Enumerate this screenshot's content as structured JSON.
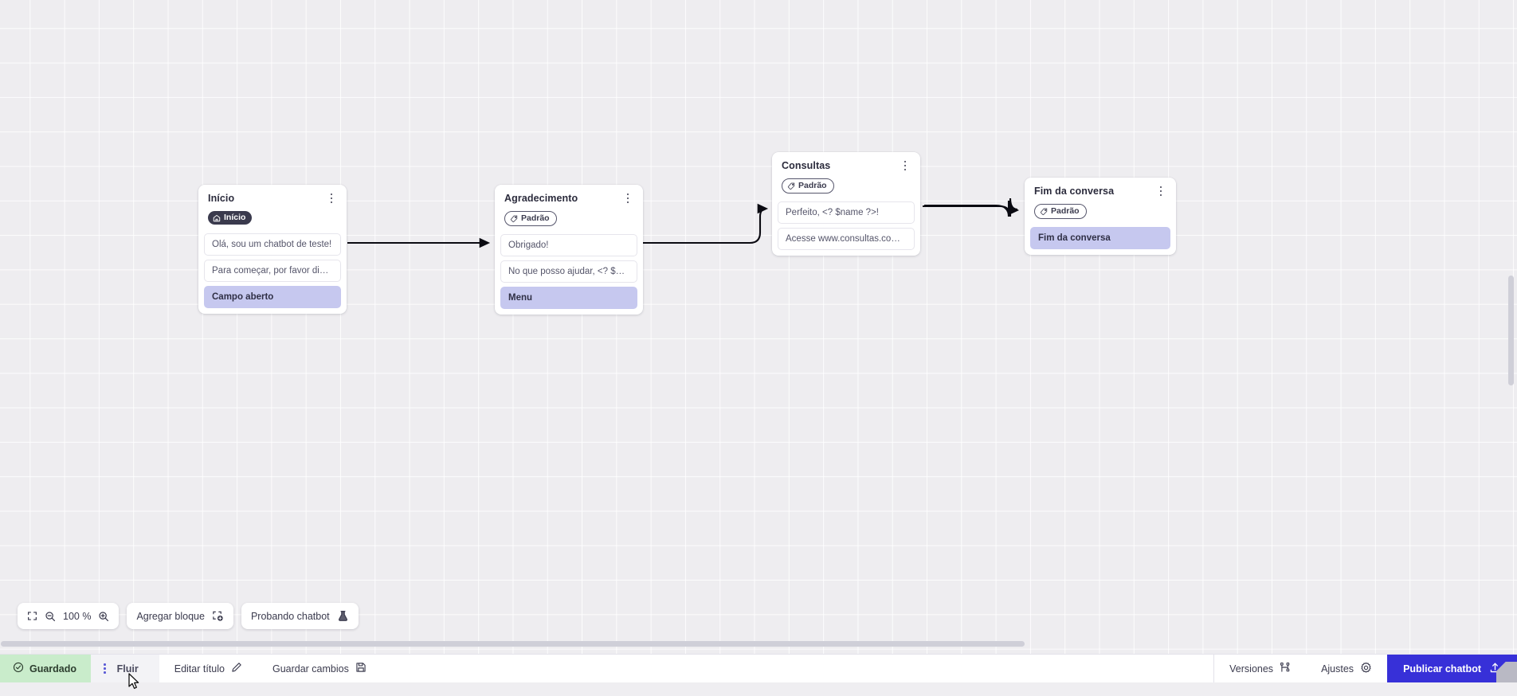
{
  "canvas": {
    "zoom_label": "100 %",
    "fit_icon": "fit-screen-icon",
    "zoom_out_icon": "zoom-out-icon",
    "zoom_in_icon": "zoom-in-icon",
    "add_block_label": "Agregar bloque",
    "add_block_icon": "add-block-icon",
    "test_chatbot_label": "Probando chatbot",
    "test_chatbot_icon": "flask-icon"
  },
  "nodes": [
    {
      "id": "inicio",
      "title": "Início",
      "badge": {
        "label": "Início",
        "type": "start",
        "icon": "home-icon"
      },
      "messages": [
        {
          "text": "Olá, sou um chatbot de teste!",
          "highlight": false
        },
        {
          "text": "Para começar, por favor digite o ...",
          "highlight": false
        },
        {
          "text": "Campo aberto",
          "highlight": true
        }
      ]
    },
    {
      "id": "agradecimento",
      "title": "Agradecimento",
      "badge": {
        "label": "Padrão",
        "type": "default",
        "icon": "tag-icon"
      },
      "messages": [
        {
          "text": "Obrigado!",
          "highlight": false
        },
        {
          "text": "No que posso ajudar, <? $name ...",
          "highlight": false
        },
        {
          "text": "Menu",
          "highlight": true
        }
      ]
    },
    {
      "id": "consultas",
      "title": "Consultas",
      "badge": {
        "label": "Padrão",
        "type": "default",
        "icon": "tag-icon"
      },
      "messages": [
        {
          "text": "Perfeito, <? $name ?>!",
          "highlight": false
        },
        {
          "text": "Acesse www.consultas.com par...",
          "highlight": false
        }
      ]
    },
    {
      "id": "fim",
      "title": "Fim da conversa",
      "badge": {
        "label": "Padrão",
        "type": "default",
        "icon": "tag-icon"
      },
      "messages": [
        {
          "text": "Fim da conversa",
          "highlight": true
        }
      ]
    }
  ],
  "bottombar": {
    "saved_label": "Guardado",
    "saved_icon": "check-circle-icon",
    "tab_flow_label": "Fluir",
    "edit_title_label": "Editar título",
    "edit_title_icon": "pencil-icon",
    "save_changes_label": "Guardar cambios",
    "save_changes_icon": "floppy-icon",
    "versions_label": "Versiones",
    "versions_icon": "branch-icon",
    "settings_label": "Ajustes",
    "settings_icon": "gear-icon",
    "publish_label": "Publicar chatbot",
    "publish_icon": "upload-icon"
  },
  "colors": {
    "accent": "#3730d8",
    "highlight": "#c6c8ef",
    "saved_bg": "#c9eccb",
    "node_dark": "#3a3a4d",
    "canvas_bg": "#eeedf0"
  }
}
